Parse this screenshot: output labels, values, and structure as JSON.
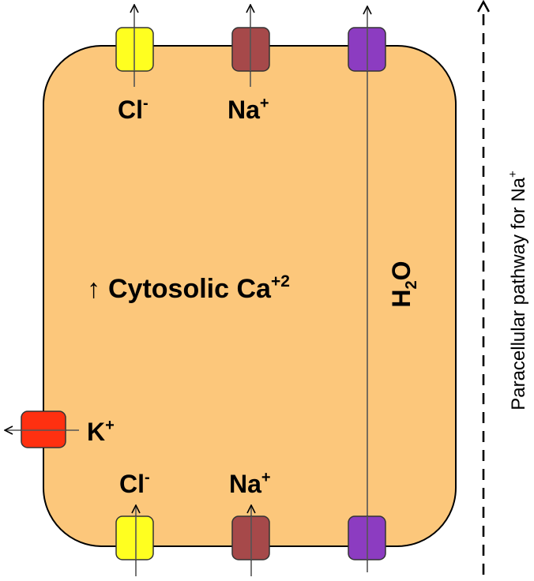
{
  "colors": {
    "cell_fill": "#FCC77B",
    "cell_stroke": "#000000",
    "channel_cl": "#FFFF20",
    "channel_na": "#A6494A",
    "channel_water": "#8C3CC1",
    "channel_k": "#FF3010"
  },
  "top": {
    "cl_label": "Cl",
    "cl_sup": "-",
    "na_label": "Na",
    "na_sup": "+"
  },
  "bottom": {
    "cl_label": "Cl",
    "cl_sup": "-",
    "na_label": "Na",
    "na_sup": "+"
  },
  "center": {
    "arrow": "↑",
    "label": "Cytosolic Ca",
    "sup": "+2"
  },
  "water": {
    "main": "H",
    "sub": "2",
    "tail": "O"
  },
  "potassium": {
    "label": "K",
    "sup": "+"
  },
  "paracellular": {
    "label": "Paracellular pathway for Na",
    "sup": "+"
  }
}
